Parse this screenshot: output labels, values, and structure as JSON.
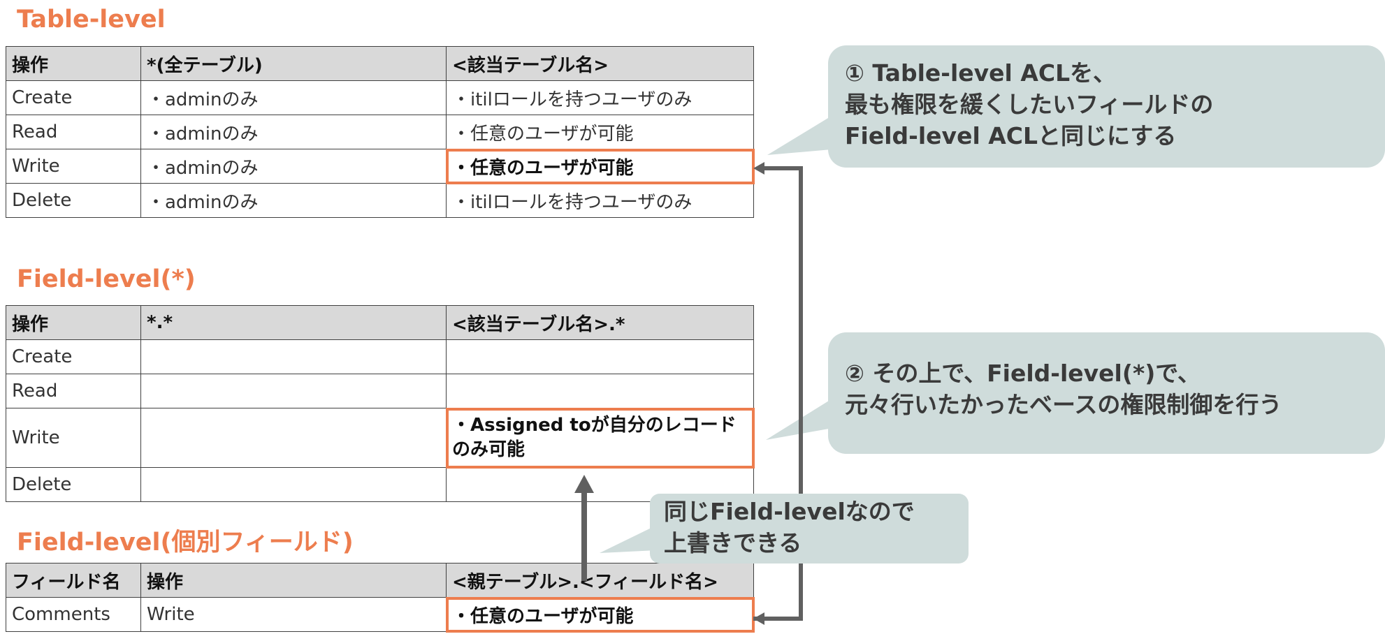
{
  "sections": {
    "table_level": "Table-level",
    "field_level_star": "Field-level(*)",
    "field_level_individual": "Field-level(個別フィールド)"
  },
  "table_level": {
    "headers": [
      "操作",
      "*(全テーブル)",
      "<該当テーブル名>"
    ],
    "rows": [
      [
        "Create",
        "・adminのみ",
        "・itilロールを持つユーザのみ"
      ],
      [
        "Read",
        "・adminのみ",
        "・任意のユーザが可能"
      ],
      [
        "Write",
        "・adminのみ",
        "・任意のユーザが可能"
      ],
      [
        "Delete",
        "・adminのみ",
        "・itilロールを持つユーザのみ"
      ]
    ],
    "highlighted": "Write / <該当テーブル名>"
  },
  "field_level_star": {
    "headers": [
      "操作",
      "*.*",
      "<該当テーブル名>.*"
    ],
    "rows": [
      [
        "Create",
        "",
        ""
      ],
      [
        "Read",
        "",
        ""
      ],
      [
        "Write",
        "",
        "・Assigned toが自分のレコードのみ可能"
      ],
      [
        "Delete",
        "",
        ""
      ]
    ],
    "highlighted": "Write / <該当テーブル名>.*"
  },
  "field_level_individual": {
    "headers": [
      "フィールド名",
      "操作",
      "<親テーブル>.<フィールド名>"
    ],
    "rows": [
      [
        "Comments",
        "Write",
        "・任意のユーザが可能"
      ]
    ],
    "highlighted": "Comments / <親テーブル>.<フィールド名>"
  },
  "callouts": {
    "step1": [
      "① Table-level ACLを、",
      "最も権限を緩くしたいフィールドの",
      "Field-level ACLと同じにする"
    ],
    "step2": [
      "② その上で、Field-level(*)で、",
      "元々行いたかったベースの権限制御を行う"
    ],
    "override": [
      "同じField-levelなので",
      "上書きできる"
    ]
  },
  "colors": {
    "accent": "#ED7D4E",
    "header_bg": "#D9D9D9",
    "callout_bg": "#CFDCDB",
    "arrow": "#606060"
  }
}
